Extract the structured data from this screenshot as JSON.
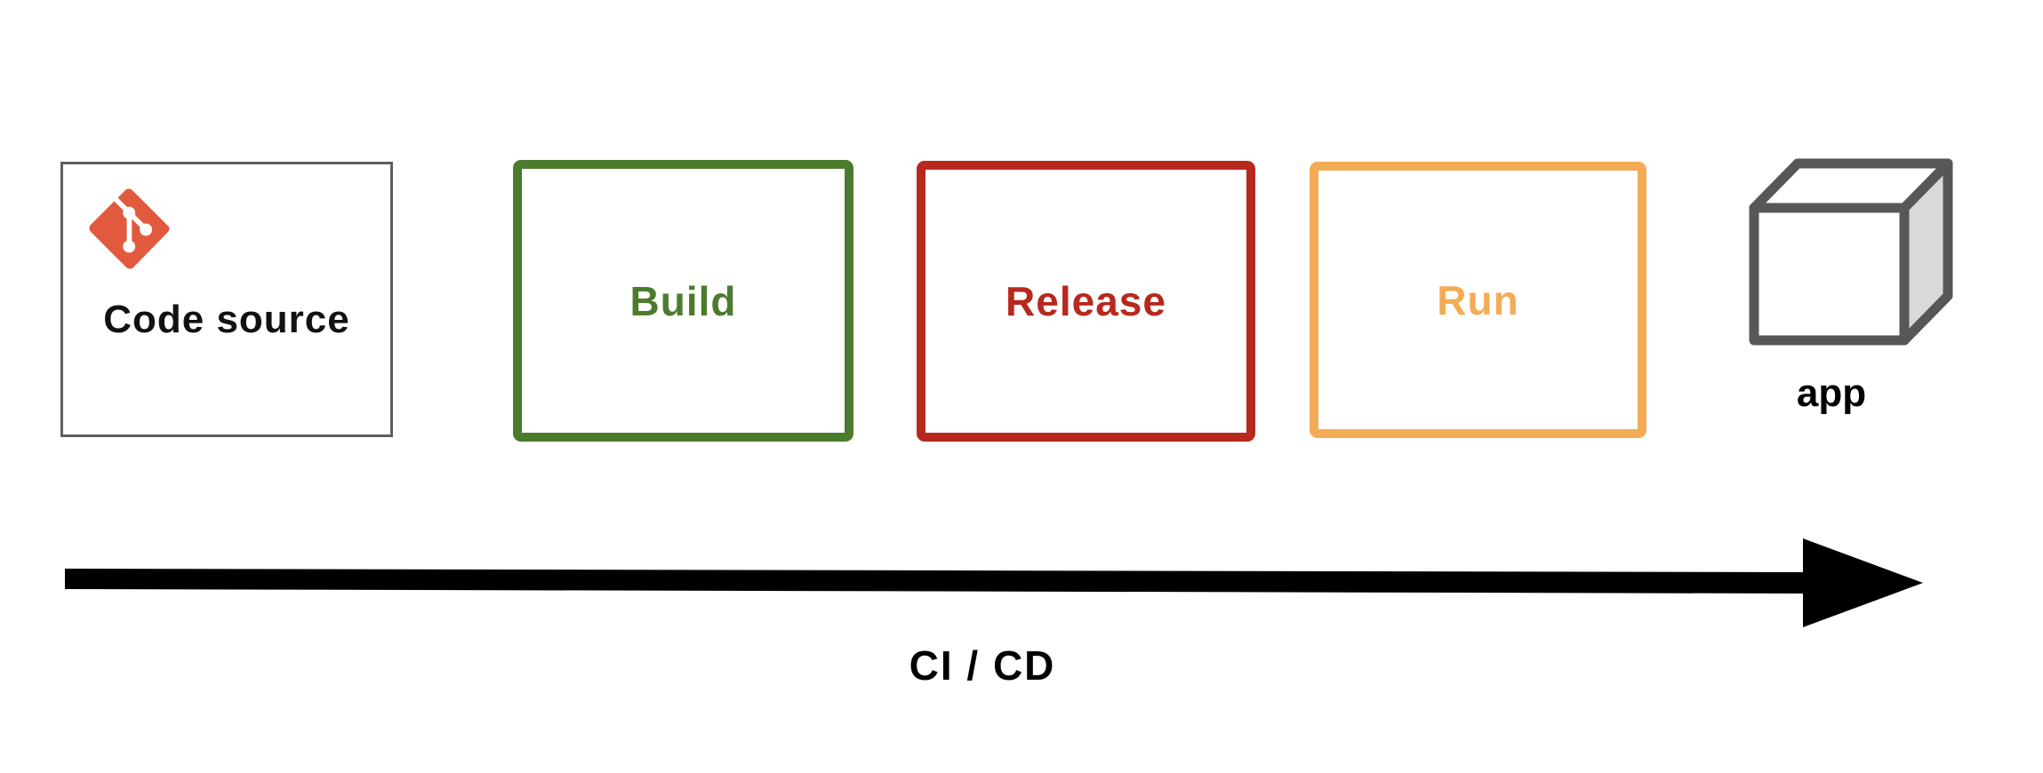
{
  "pipeline": {
    "source_box": {
      "label": "Code source",
      "icon": "git-icon",
      "border_color": "#5E5E5E",
      "git_icon_color": "#E25A3E"
    },
    "stages": [
      {
        "label": "Build",
        "color": "#4C7B2E"
      },
      {
        "label": "Release",
        "color": "#B7281E"
      },
      {
        "label": "Run",
        "color": "#F3AC55"
      }
    ],
    "artifact": {
      "label": "app",
      "icon": "cube-icon",
      "outline_color": "#575757",
      "side_face_color": "#D9D9D9",
      "front_face_color": "#FFFFFF"
    },
    "arrow": {
      "label": "CI / CD",
      "color": "#000000"
    }
  }
}
